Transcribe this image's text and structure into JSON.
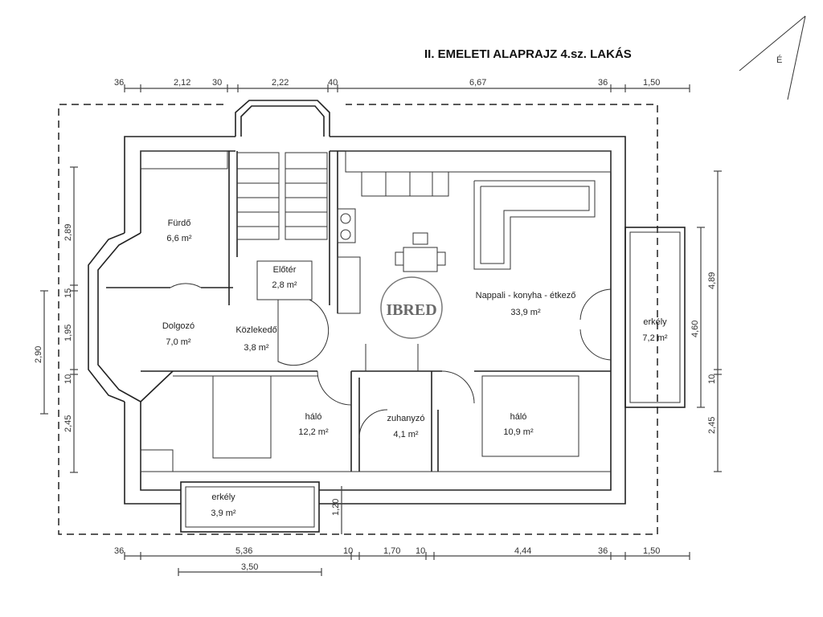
{
  "title": "II. EMELETI ALAPRAJZ  4.sz. LAKÁS",
  "north_label": "É",
  "watermark": "IBRED",
  "rooms": [
    {
      "name": "Fürdő",
      "area": "6,6 m²"
    },
    {
      "name": "Előtér",
      "area": "2,8 m²"
    },
    {
      "name": "Dolgozó",
      "area": "7,0 m²"
    },
    {
      "name": "Közlekedő",
      "area": "3,8 m²"
    },
    {
      "name": "Nappali - konyha - étkező",
      "area": "33,9 m²"
    },
    {
      "name": "erkély",
      "area": "7,2 m²"
    },
    {
      "name": "háló",
      "area": "12,2 m²"
    },
    {
      "name": "zuhanyzó",
      "area": "4,1 m²"
    },
    {
      "name": "háló",
      "area": "10,9 m²"
    },
    {
      "name": "erkély",
      "area": "3,9 m²"
    }
  ],
  "dims_top": [
    "36",
    "2,12",
    "30",
    "2,22",
    "40",
    "6,67",
    "36",
    "1,50"
  ],
  "dims_bottom": [
    "36",
    "5,36",
    "10",
    "1,70",
    "10",
    "4,44",
    "36",
    "1,50"
  ],
  "dim_bottom_balcony": "3,50",
  "dims_left": [
    "2,89",
    "15",
    "1,95",
    "10",
    "2,45"
  ],
  "dim_left_outer": "2,90",
  "dims_right": [
    "4,89",
    "10",
    "2,45"
  ],
  "dim_right_inner": "4,60",
  "dim_balcony_depth": "1,20"
}
